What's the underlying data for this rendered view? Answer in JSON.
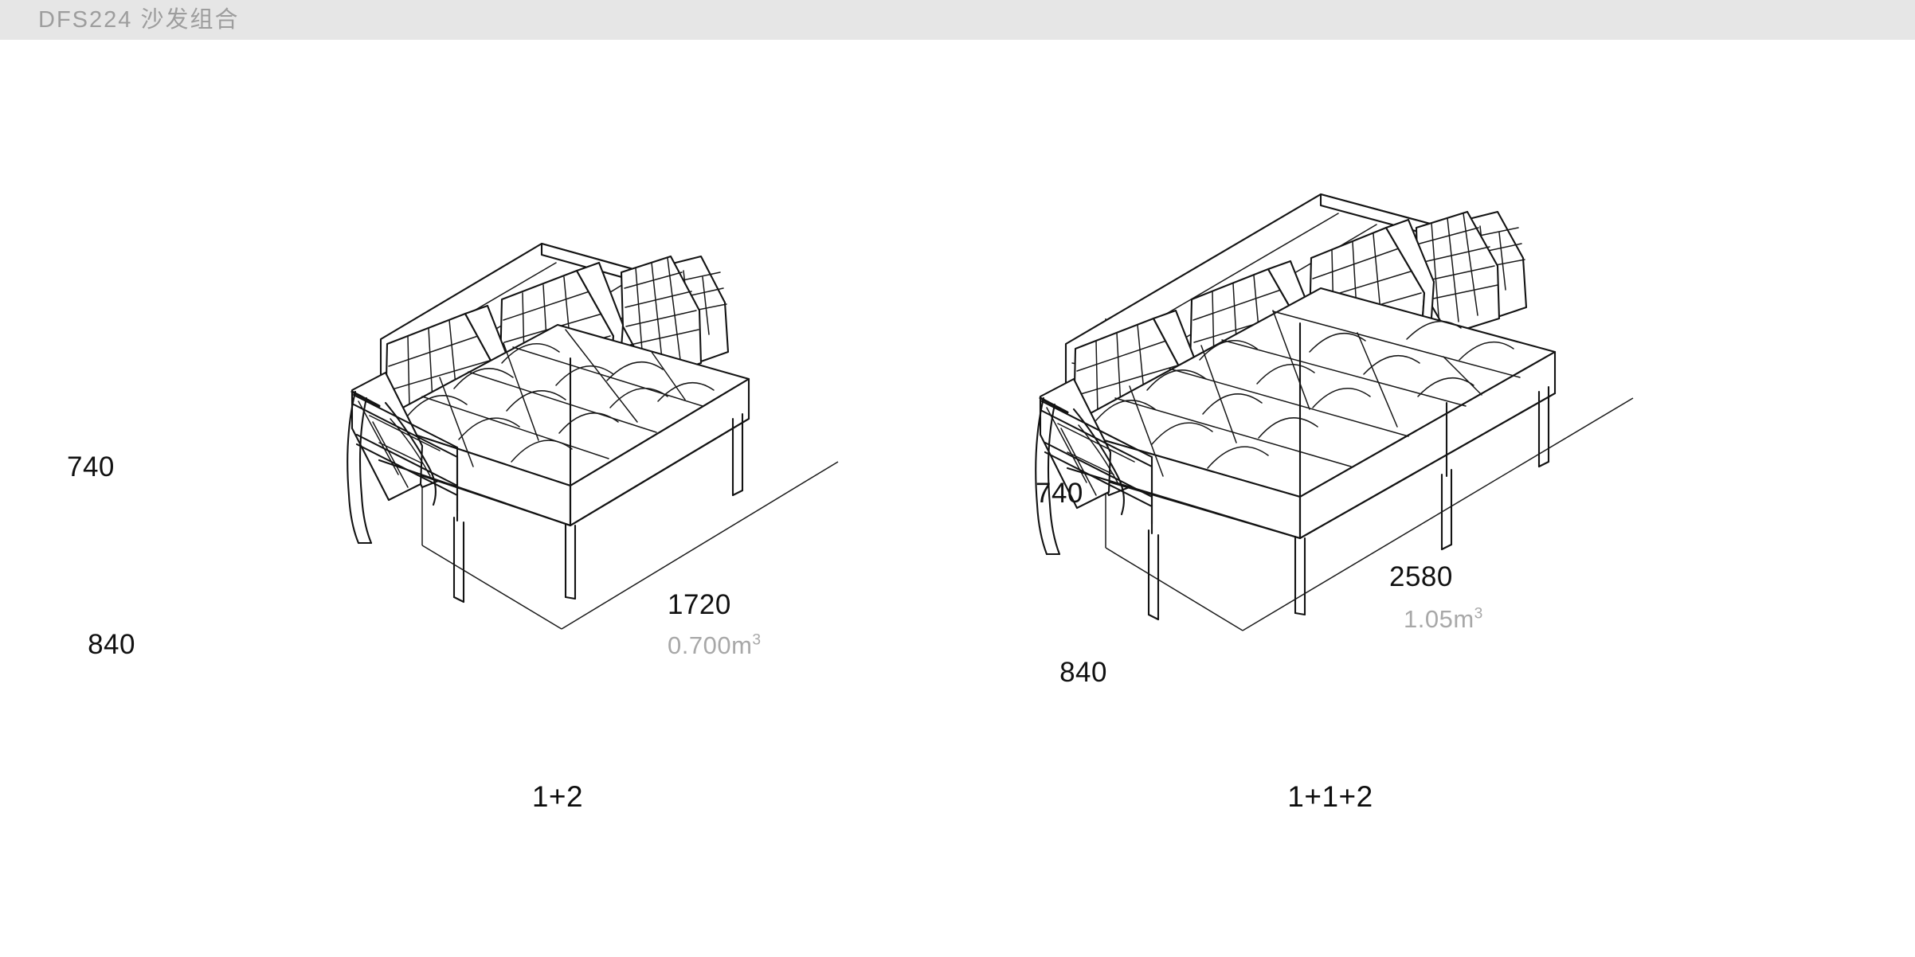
{
  "header": {
    "title": "DFS224 沙发组合",
    "bar_color": "#e6e6e6",
    "text_color": "#9d9d9d"
  },
  "page": {
    "background": "#ffffff",
    "line_color": "#131313",
    "volume_text_color": "#a8a8a8"
  },
  "products": [
    {
      "id": "sofa-1-plus-2",
      "caption": "1+2",
      "icon": "sofa-isometric-line-drawing",
      "seat_modules": 2,
      "back_pillows": 3,
      "dimensions": {
        "height": "740",
        "depth": "840",
        "width": "1720"
      },
      "volume": {
        "value": "0.700",
        "unit": "m",
        "exponent": "3"
      }
    },
    {
      "id": "sofa-1-plus-1-plus-2",
      "caption": "1+1+2",
      "icon": "sofa-isometric-line-drawing",
      "seat_modules": 3,
      "back_pillows": 4,
      "dimensions": {
        "height": "740",
        "depth": "840",
        "width": "2580"
      },
      "volume": {
        "value": "1.05",
        "unit": "m",
        "exponent": "3"
      }
    }
  ]
}
